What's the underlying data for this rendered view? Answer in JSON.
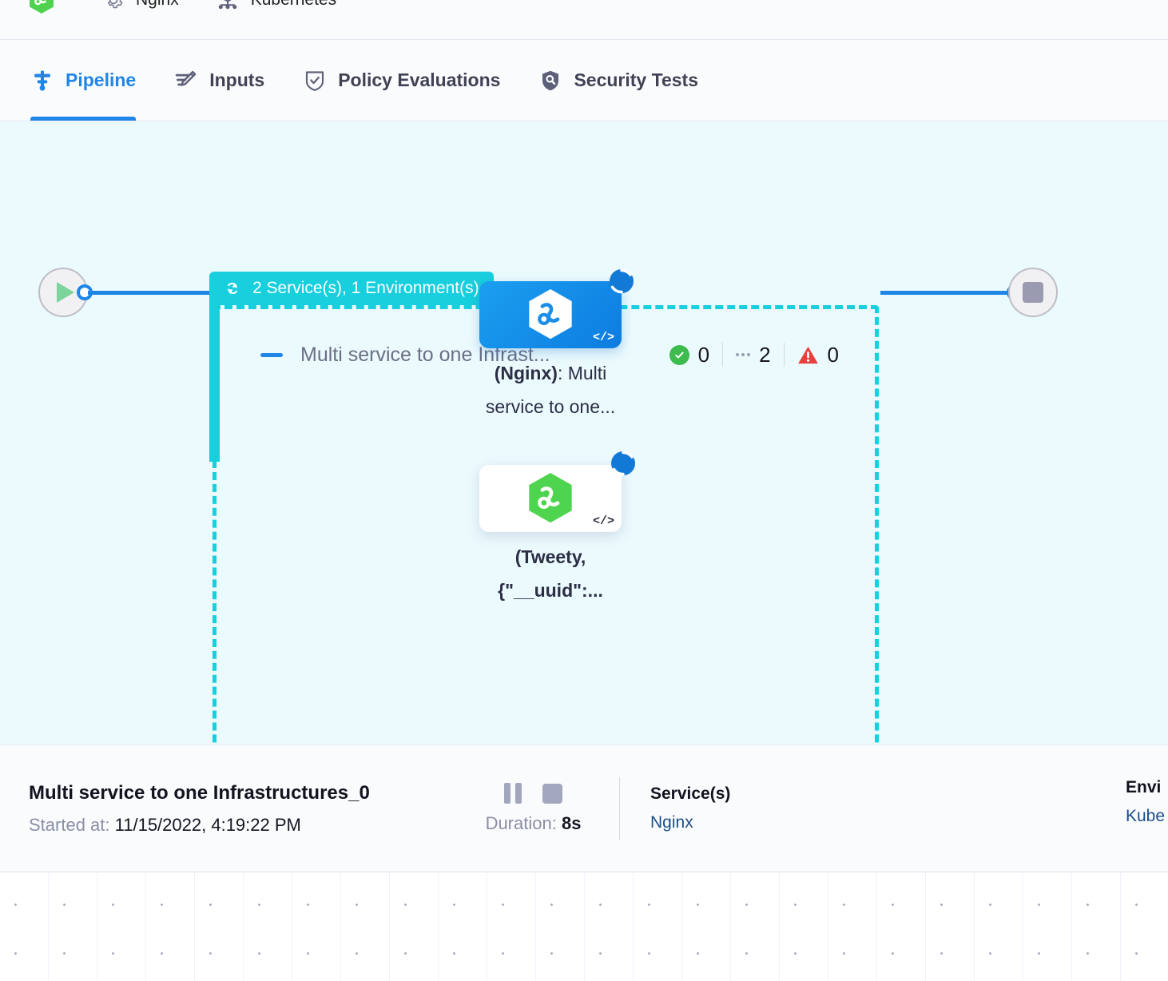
{
  "breadcrumbs": [
    {
      "icon": "harness-hexagon-icon",
      "label": ""
    },
    {
      "icon": "gear-icon",
      "label": "Nginx"
    },
    {
      "icon": "kubernetes-icon",
      "label": "Kubernetes"
    }
  ],
  "tabs": [
    {
      "id": "pipeline",
      "label": "Pipeline",
      "icon": "pipeline-icon",
      "active": true
    },
    {
      "id": "inputs",
      "label": "Inputs",
      "icon": "pencil-lines-icon",
      "active": false
    },
    {
      "id": "policy-evaluations",
      "label": "Policy Evaluations",
      "icon": "shield-check-icon",
      "active": false
    },
    {
      "id": "security-tests",
      "label": "Security Tests",
      "icon": "shield-scan-icon",
      "active": false
    }
  ],
  "canvas": {
    "stage": {
      "badge_label": "2 Service(s), 1 Environment(s)",
      "badge_icon": "loop-rotate-icon",
      "title": "Multi service to one Infrast...",
      "counts": {
        "success": "0",
        "pending": "2",
        "error": "0"
      }
    },
    "nodes": [
      {
        "id": "nginx-node",
        "logo": "harness-hexagon-blue-icon",
        "code_glyph": "</>",
        "status": "running",
        "label_bold": "(Nginx)",
        "label_rest": ": Multi",
        "label_line2": "service to one..."
      },
      {
        "id": "tweety-node",
        "logo": "harness-hexagon-green-icon",
        "code_glyph": "</>",
        "status": "running",
        "label_bold": "(Tweety,",
        "label_rest": "",
        "label_line2": "{\"__uuid\":..."
      }
    ],
    "start_node": {
      "icon": "play-icon"
    },
    "end_node": {
      "icon": "stop-icon"
    }
  },
  "detail": {
    "title": "Multi service to one Infrastructures_0",
    "started_label": "Started at:",
    "started_value": "11/15/2022, 4:19:22 PM",
    "pause_icon": "pause-icon",
    "stop_icon": "stop-icon",
    "duration_label": "Duration: ",
    "duration_value": "8s",
    "services_head": "Service(s)",
    "services_value": "Nginx",
    "env_head": "Envi",
    "env_value": "Kube"
  },
  "colors": {
    "accent_blue": "#1f86e8",
    "stage_teal": "#17cfdd",
    "canvas_bg": "#ebfafd",
    "success_green": "#3cbb4e",
    "error_red": "#e8403a",
    "link_navy": "#1b4f8a"
  }
}
